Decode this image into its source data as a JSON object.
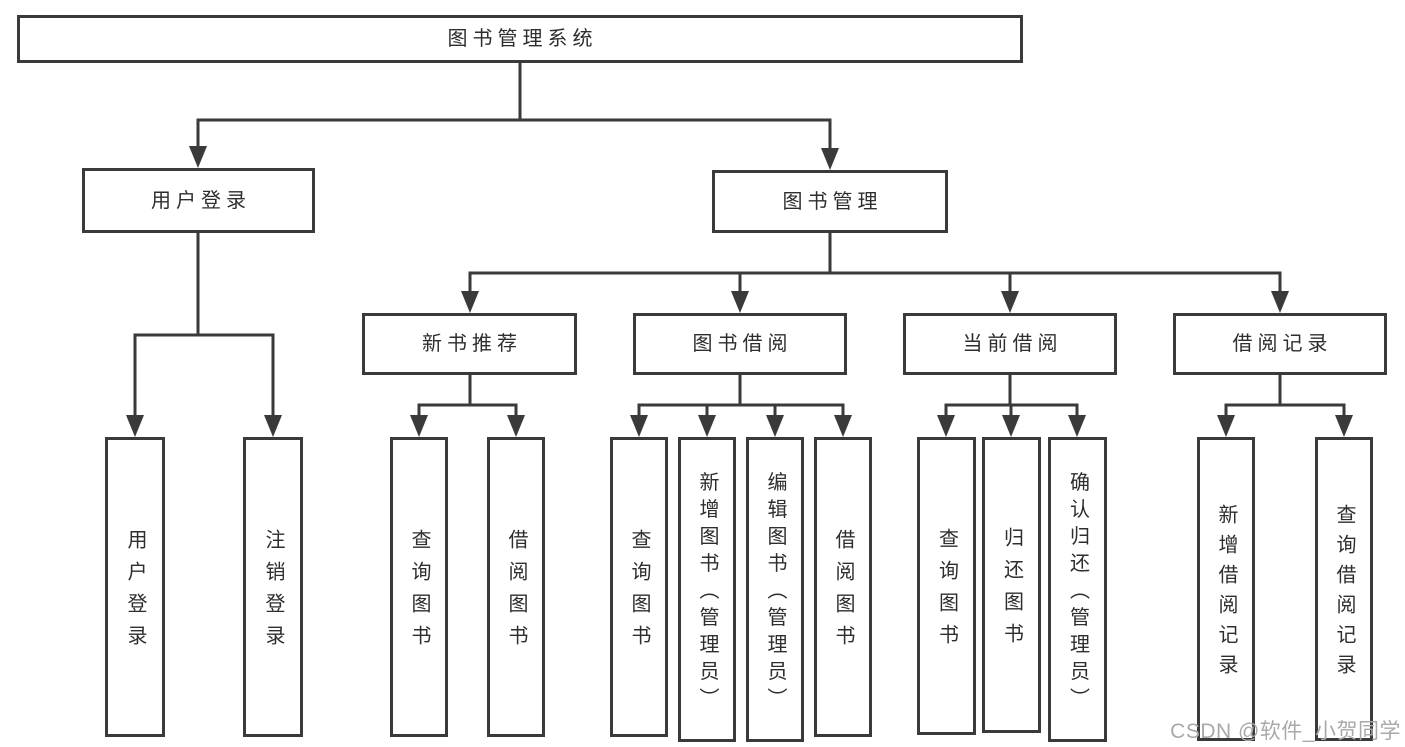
{
  "colors": {
    "line": "#3a3a3a",
    "text": "#2e2e2e",
    "box_background": "#ffffff",
    "watermark": "#a9a9a9"
  },
  "watermark": {
    "text": "CSDN @软件_小贺同学"
  },
  "tree": {
    "label": "图书管理系统",
    "children": [
      {
        "label": "用户登录",
        "children": [
          {
            "label": "用户登录"
          },
          {
            "label": "注销登录"
          }
        ]
      },
      {
        "label": "图书管理",
        "children": [
          {
            "label": "新书推荐",
            "children": [
              {
                "label": "查询图书"
              },
              {
                "label": "借阅图书"
              }
            ]
          },
          {
            "label": "图书借阅",
            "children": [
              {
                "label": "查询图书"
              },
              {
                "label": "新增图书（管理员）"
              },
              {
                "label": "编辑图书（管理员）"
              },
              {
                "label": "借阅图书"
              }
            ]
          },
          {
            "label": "当前借阅",
            "children": [
              {
                "label": "查询图书"
              },
              {
                "label": "归还图书"
              },
              {
                "label": "确认归还（管理员）"
              }
            ]
          },
          {
            "label": "借阅记录",
            "children": [
              {
                "label": "新增借阅记录"
              },
              {
                "label": "查询借阅记录"
              }
            ]
          }
        ]
      }
    ]
  }
}
